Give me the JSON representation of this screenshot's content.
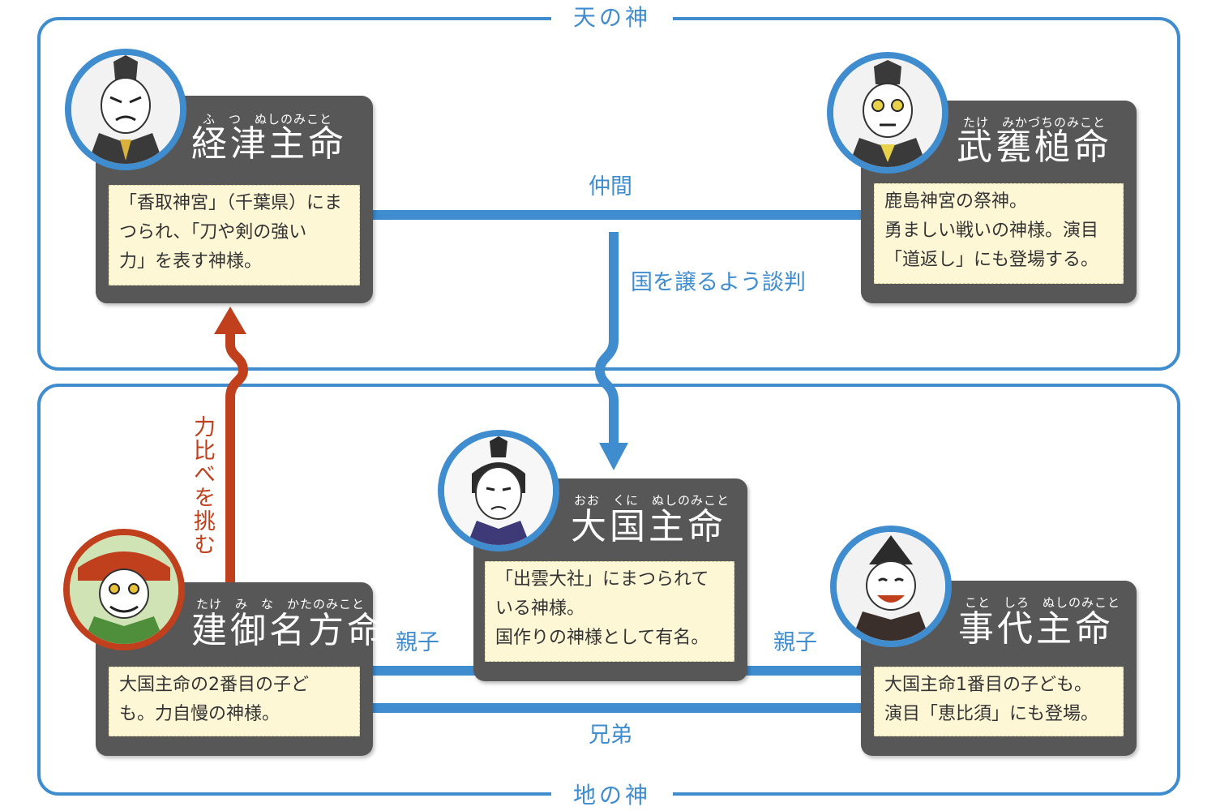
{
  "regions": {
    "heaven": "天の神",
    "earth": "地の神"
  },
  "edges": {
    "nakama": "仲間",
    "negotiation": "国を譲るよう談判",
    "challenge": "力比べを挑む",
    "oyako_left": "親子",
    "oyako_right": "親子",
    "kyodai": "兄弟"
  },
  "deities": {
    "futsunushi": {
      "ruby": "ふ　つ　ぬしのみこと",
      "name": "経津主命",
      "desc": [
        "「香取神宮」（千葉県）にま",
        "つられ、「刀や剣の強い",
        "力」を表す神様。"
      ]
    },
    "takemikazuchi": {
      "ruby": "たけ　みかづちのみこと",
      "name": "武甕槌命",
      "desc": [
        "鹿島神宮の祭神。",
        "勇ましい戦いの神様。演目",
        "「道返し」にも登場する。"
      ]
    },
    "okuninushi": {
      "ruby": "おお　くに　ぬしのみこと",
      "name": "大国主命",
      "desc": [
        "「出雲大社」にまつられて",
        "いる神様。",
        "国作りの神様として有名。"
      ]
    },
    "takeminakata": {
      "ruby": "たけ　み　な　かたのみこと",
      "name": "建御名方命",
      "desc": [
        "大国主命の2番目の子ど",
        "も。力自慢の神様。"
      ]
    },
    "kotoshironushi": {
      "ruby": "こと　しろ　ぬしのみこと",
      "name": "事代主命",
      "desc": [
        "大国主命1番目の子ども。",
        "演目「恵比須」にも登場。"
      ]
    }
  },
  "colors": {
    "accent_blue": "#3f8ccf",
    "accent_red": "#c0401e",
    "card_gray": "#575757",
    "note_yellow": "#fdf7d6"
  }
}
